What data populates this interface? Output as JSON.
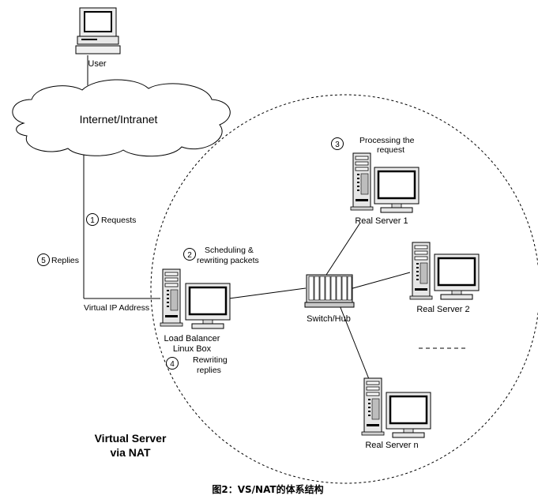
{
  "nodes": {
    "user": "User",
    "cloud": "Internet/Intranet",
    "load_balancer_line1": "Load Balancer",
    "load_balancer_line2": "Linux Box",
    "switch": "Switch/Hub",
    "server1": "Real Server 1",
    "server2": "Real Server 2",
    "servern": "Real Server n"
  },
  "labels": {
    "vip": "Virtual IP Address",
    "virtual_server_line1": "Virtual Server",
    "virtual_server_line2": "via NAT"
  },
  "steps": [
    {
      "num": "1",
      "text": [
        "Requests"
      ]
    },
    {
      "num": "2",
      "text": [
        "Scheduling &",
        "rewriting packets"
      ]
    },
    {
      "num": "3",
      "text": [
        "Processing the",
        "request"
      ]
    },
    {
      "num": "4",
      "text": [
        "Rewriting",
        "replies"
      ]
    },
    {
      "num": "5",
      "text": [
        "Replies"
      ]
    }
  ],
  "caption": "图2：VS/NAT的体系结构"
}
